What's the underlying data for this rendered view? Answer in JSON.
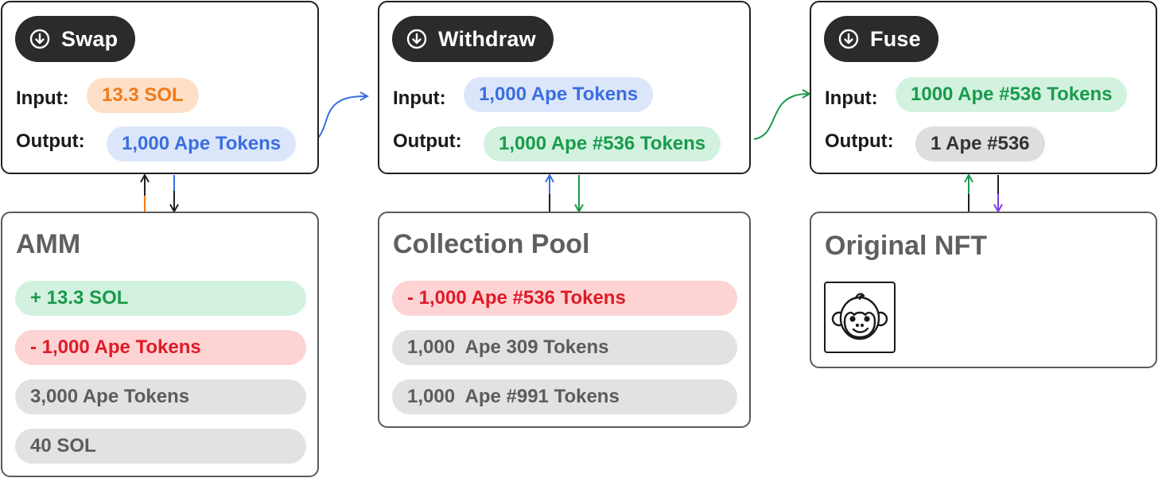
{
  "steps": [
    {
      "action": "Swap",
      "icon": "download-circle-icon",
      "input_label": "Input:",
      "input_value": "13.3 SOL",
      "output_label": "Output:",
      "output_value": "1,000 Ape Tokens"
    },
    {
      "action": "Withdraw",
      "icon": "download-circle-icon",
      "input_label": "Input:",
      "input_value": "1,000 Ape Tokens",
      "output_label": "Output:",
      "output_value": "1,000 Ape #536 Tokens"
    },
    {
      "action": "Fuse",
      "icon": "download-circle-icon",
      "input_label": "Input:",
      "input_value": "1000 Ape #536 Tokens",
      "output_label": "Output:",
      "output_value": "1 Ape #536"
    }
  ],
  "amm": {
    "title": "AMM",
    "items": [
      "+ 13.3 SOL",
      "- 1,000 Ape Tokens",
      "3,000 Ape Tokens",
      "40 SOL"
    ]
  },
  "collection_pool": {
    "title": "Collection Pool",
    "items": [
      "- 1,000 Ape #536 Tokens",
      "1,000  Ape 309 Tokens",
      "1,000  Ape #991 Tokens"
    ]
  },
  "original_nft": {
    "title": "Original NFT",
    "image_icon": "monkey-face-icon"
  },
  "colors": {
    "orange": "#f07a18",
    "blue": "#3a6ee0",
    "green": "#1a9a4c",
    "red": "#e01a26",
    "purple": "#7b3fe4",
    "dark": "#1f1f1f"
  }
}
